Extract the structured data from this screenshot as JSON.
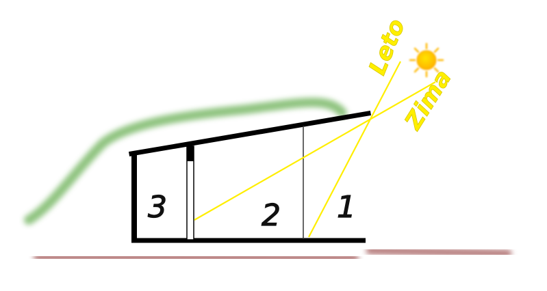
{
  "season_labels": {
    "summer": "Leto",
    "winter": "Zima"
  },
  "rooms": [
    "1",
    "2",
    "3"
  ],
  "icons": {
    "sun": "sun-icon"
  },
  "colors": {
    "vegetation": "#7dba6b",
    "ground": "#a86464",
    "building": "#000000",
    "sun_rays": "#ffee00",
    "sun": "#ffbf00",
    "labels": "#ffee00"
  }
}
